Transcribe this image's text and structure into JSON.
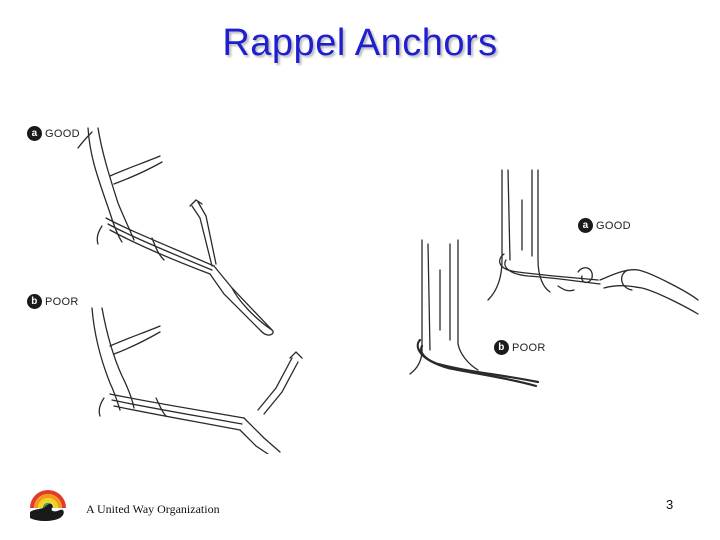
{
  "slide": {
    "title": "Rappel Anchors",
    "footer_text": "A United Way Organization",
    "page_number": "3"
  },
  "left_figure": {
    "top_label_letter": "a",
    "top_label": "GOOD",
    "bottom_label_letter": "b",
    "bottom_label": "POOR"
  },
  "right_figure": {
    "top_label_letter": "a",
    "top_label": "GOOD",
    "bottom_label_letter": "b",
    "bottom_label": "POOR"
  },
  "colors": {
    "title": "#1f1fd0",
    "line_art": "#2a2a2a"
  },
  "icons": {
    "logo": "united-way-hand-rainbow-logo"
  }
}
